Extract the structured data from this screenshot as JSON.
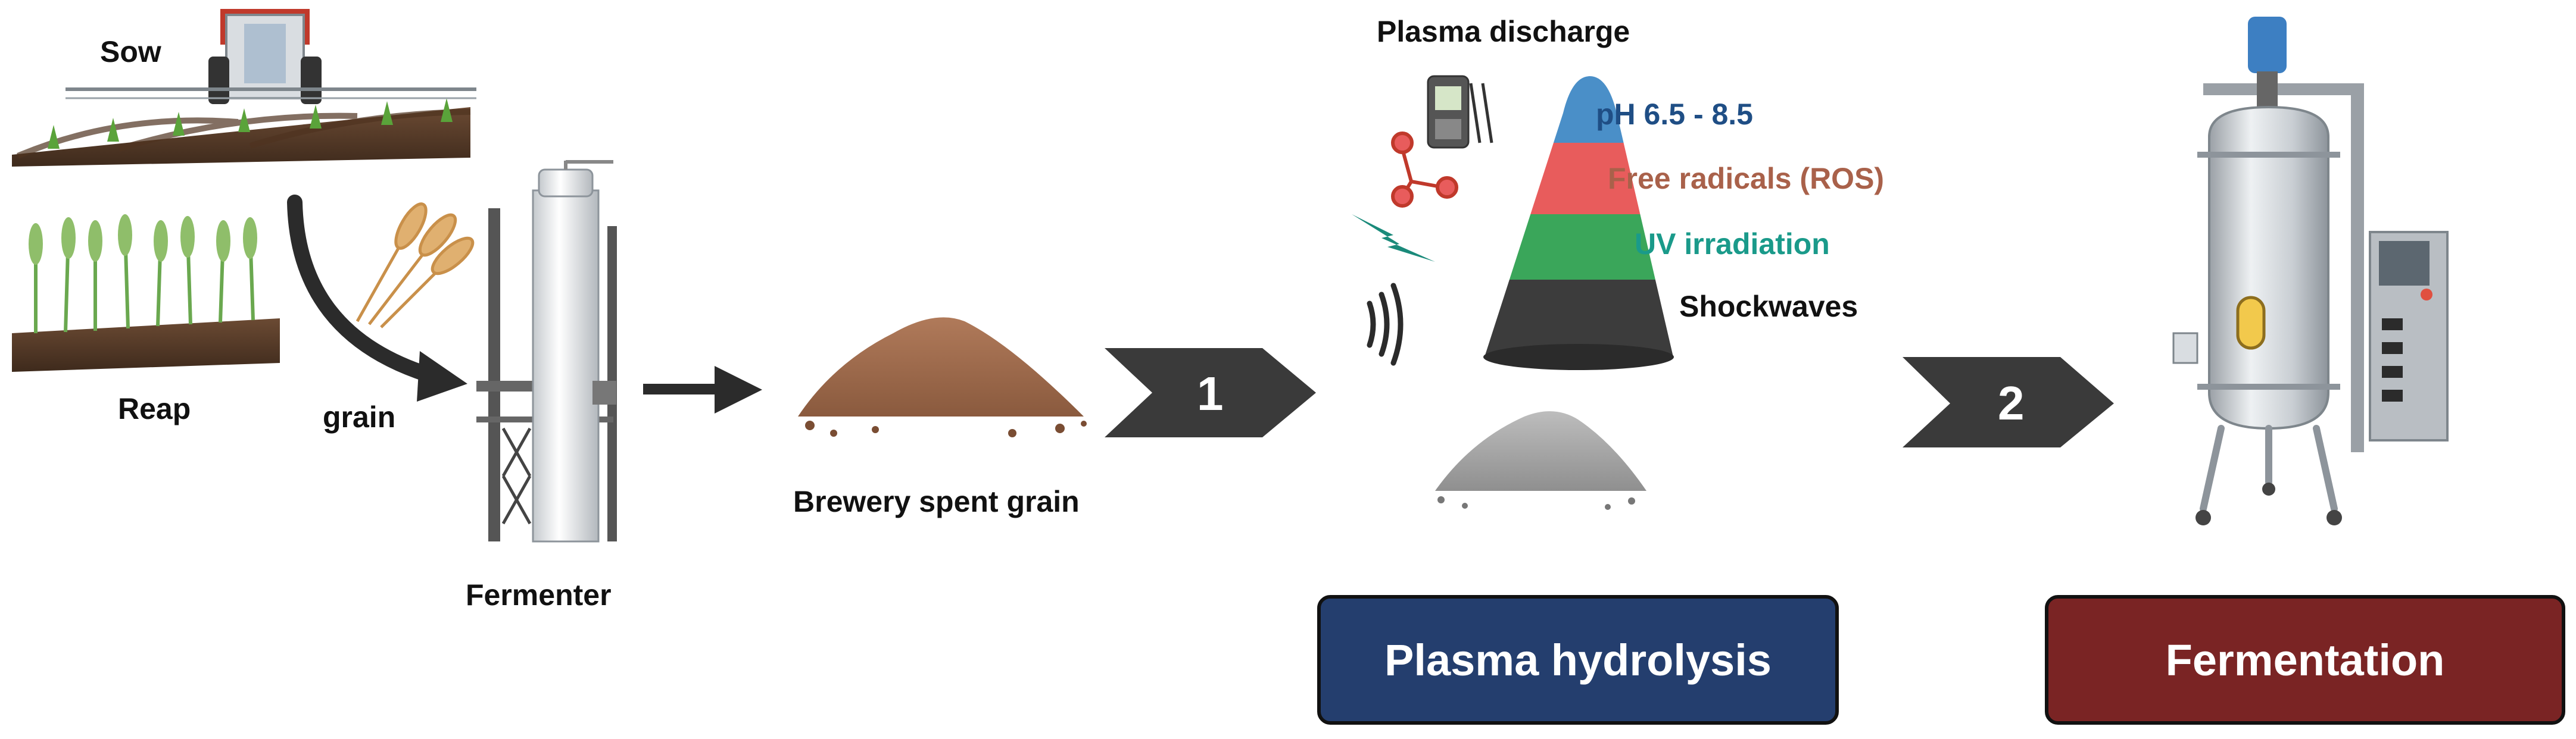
{
  "labels": {
    "sow": "Sow",
    "reap": "Reap",
    "grain": "grain",
    "fermenter": "Fermenter",
    "spent_grain": "Brewery spent grain",
    "plasma_discharge": "Plasma discharge",
    "ph": "pH 6.5 - 8.5",
    "ros": "Free radicals (ROS)",
    "uv": "UV irradiation",
    "shockwaves": "Shockwaves",
    "step1": "1",
    "step2": "2"
  },
  "boxes": {
    "plasma_hydrolysis": "Plasma hydrolysis",
    "fermentation": "Fermentation"
  },
  "colors": {
    "ph_band": "#4a8fc8",
    "ph_text": "#1f4e85",
    "ros_band": "#e85c5c",
    "ros_text": "#a9614a",
    "uv_band": "#3aa65a",
    "uv_text": "#1a9a8a",
    "shock_band": "#3c3c3c",
    "plasma_box": "#243e6e",
    "fermentation_box": "#7a2424",
    "arrow": "#2b2b2b"
  }
}
